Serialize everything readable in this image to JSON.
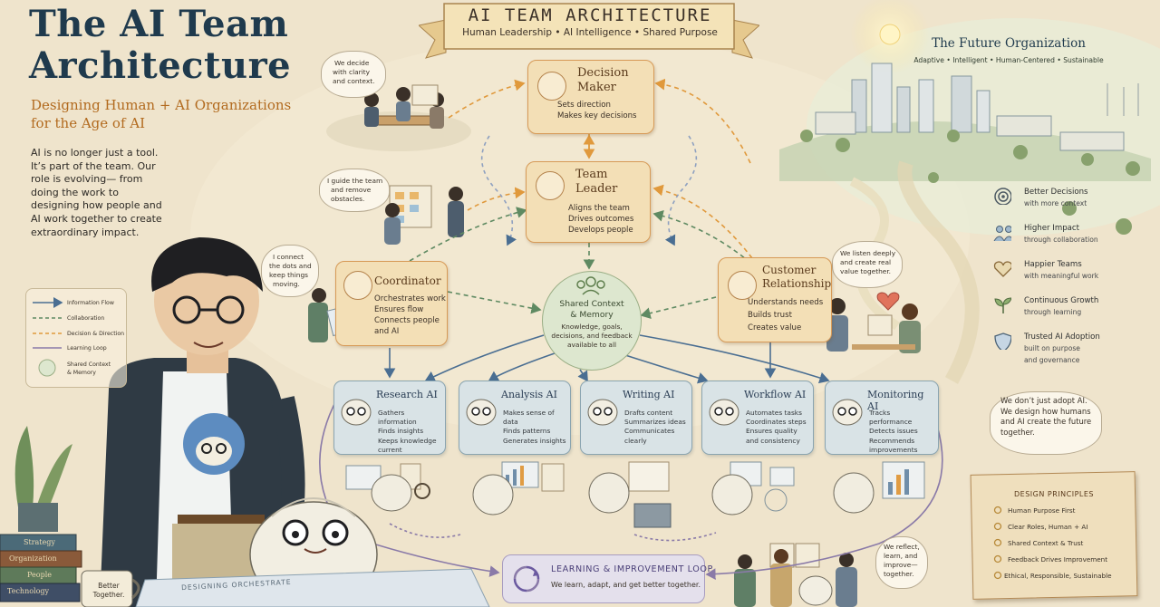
{
  "header": {
    "title_line1": "The AI Team",
    "title_line2": "Architecture",
    "subtitle": "Designing Human + AI Organizations for the Age of AI",
    "intro": "AI is no longer just a tool. It’s part of the team. Our role is evolving— from doing the work to designing how people and AI work together to create extraordinary impact."
  },
  "banner": {
    "title": "AI TEAM ARCHITECTURE",
    "subtitle": "Human Leadership • AI Intelligence • Shared Purpose"
  },
  "future": {
    "title": "The Future Organization",
    "subtitle": "Adaptive • Intelligent • Human-Centered • Sustainable"
  },
  "roles": {
    "decision_maker": {
      "title_l1": "Decision",
      "title_l2": "Maker",
      "line1": "Sets direction",
      "line2": "Makes key decisions"
    },
    "team_leader": {
      "title_l1": "Team",
      "title_l2": "Leader",
      "line1": "Aligns the team",
      "line2": "Drives outcomes",
      "line3": "Develops people"
    },
    "coordinator": {
      "title": "Coordinator",
      "line1": "Orchestrates work",
      "line2": "Ensures flow",
      "line3": "Connects people",
      "line4": "and AI"
    },
    "customer_relationship": {
      "title_l1": "Customer",
      "title_l2": "Relationship",
      "line1": "Understands needs",
      "line2": "Builds trust",
      "line3": "Creates value"
    }
  },
  "shared": {
    "title_l1": "Shared Context",
    "title_l2": "& Memory",
    "line1": "Knowledge, goals,",
    "line2": "decisions, and feedback",
    "line3": "available to all"
  },
  "agents": [
    {
      "title": "Research AI",
      "lines": [
        "Gathers information",
        "Finds insights",
        "Keeps knowledge",
        "current"
      ]
    },
    {
      "title": "Analysis AI",
      "lines": [
        "Makes sense of data",
        "Finds patterns",
        "Generates insights"
      ]
    },
    {
      "title": "Writing AI",
      "lines": [
        "Drafts content",
        "Summarizes ideas",
        "Communicates",
        "clearly"
      ]
    },
    {
      "title": "Workflow AI",
      "lines": [
        "Automates tasks",
        "Coordinates steps",
        "Ensures quality",
        "and consistency"
      ]
    },
    {
      "title": "Monitoring AI",
      "lines": [
        "Tracks performance",
        "Detects issues",
        "Recommends",
        "improvements"
      ]
    }
  ],
  "bubbles": {
    "decide": [
      "We decide",
      "with clarity",
      "and context."
    ],
    "guide": [
      "I guide the team",
      "and remove",
      "obstacles."
    ],
    "connect": [
      "I connect",
      "the dots and",
      "keep things",
      "moving."
    ],
    "listen": [
      "We listen deeply",
      "and create real",
      "value together."
    ],
    "reflect": [
      "We reflect,",
      "learn, and",
      "improve—",
      "together."
    ],
    "adopt": "We don’t just adopt AI. We design how humans and AI create the future together."
  },
  "legend": {
    "info": "Information Flow",
    "collab": "Collaboration",
    "decision": "Decision & Direction",
    "learning": "Learning Loop",
    "shared_l1": "Shared Context",
    "shared_l2": "& Memory"
  },
  "benefits": [
    {
      "title": "Better Decisions",
      "sub": "with more context",
      "icon": "target-icon"
    },
    {
      "title": "Higher Impact",
      "sub": "through collaboration",
      "icon": "people-icon"
    },
    {
      "title": "Happier Teams",
      "sub": "with meaningful work",
      "icon": "heart-icon"
    },
    {
      "title": "Continuous Growth",
      "sub": "through learning",
      "icon": "sprout-icon"
    },
    {
      "title": "Trusted AI Adoption",
      "sub": "built on purpose",
      "sub2": "and governance",
      "icon": "shield-icon"
    }
  ],
  "design": {
    "title": "DESIGN PRINCIPLES",
    "items": [
      "Human Purpose First",
      "Clear Roles, Human + AI",
      "Shared Context & Trust",
      "Feedback Drives Improvement",
      "Ethical, Responsible, Sustainable"
    ]
  },
  "loop": {
    "title": "LEARNING & IMPROVEMENT LOOP",
    "subtitle": "We learn, adapt, and get better together."
  },
  "books": [
    "Strategy",
    "Organization",
    "People",
    "Technology"
  ],
  "mug": [
    "Better",
    "Together."
  ],
  "blueprint": "DESIGNING ORCHESTRATE",
  "colors": {
    "paper": "#efe4cc",
    "title_navy": "#1f3a4d",
    "subtitle_orange": "#b26a1e",
    "role_card": "#f3dfb6",
    "agent_card": "#d9e3e6",
    "info_flow": "#4a6e92",
    "collaboration": "#5f8a62",
    "decision": "#e0993c",
    "learning": "#8a7aa8"
  }
}
